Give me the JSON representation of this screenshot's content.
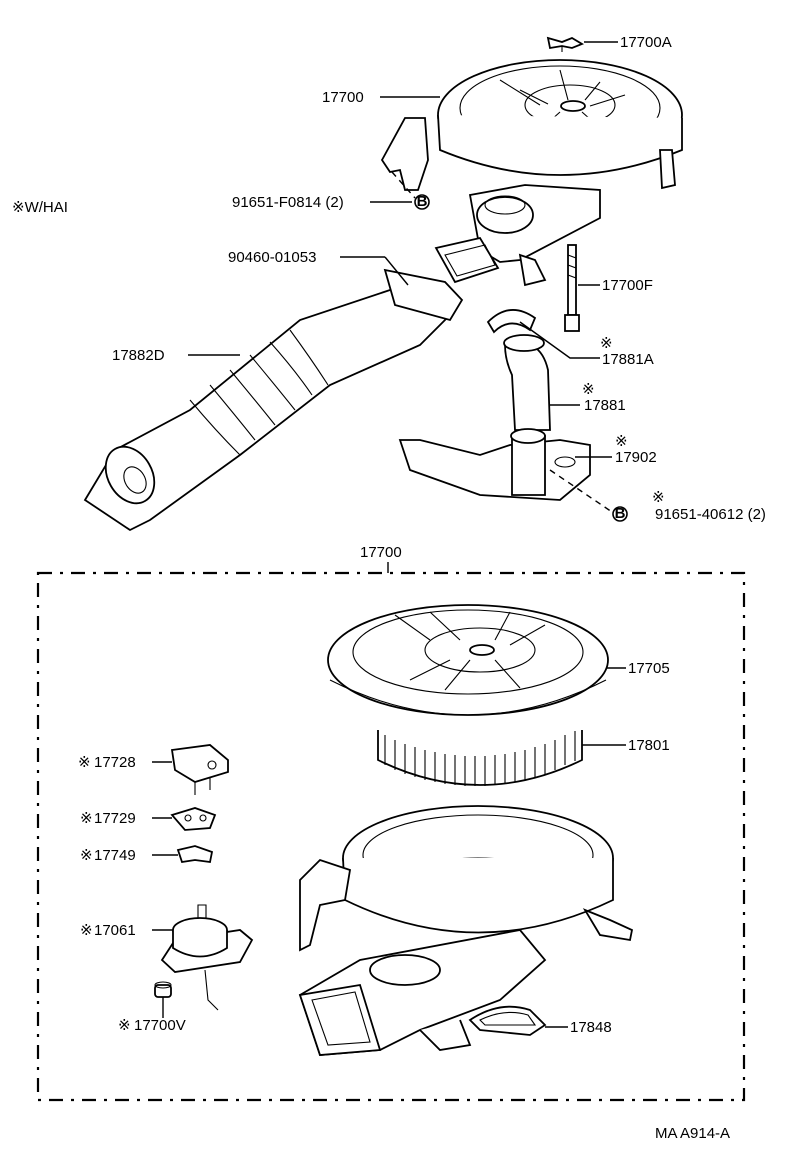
{
  "labels": {
    "hai_note": "※W/HAI",
    "p17700A": "17700A",
    "p17700_top": "17700",
    "p91651F": "91651-F0814 (2)",
    "p90460": "90460-01053",
    "p17700F": "17700F",
    "p17881A": "17881A",
    "p17882D": "17882D",
    "p17881": "17881",
    "p17902": "17902",
    "p91651_40612": "91651-40612 (2)",
    "p17700_box": "17700",
    "p17705": "17705",
    "p17801": "17801",
    "p17728": "17728",
    "p17729": "17729",
    "p17749": "17749",
    "p17061": "17061",
    "p17700V": "17700V",
    "p17848": "17848",
    "footer": "MA A914-A",
    "asterisk": "※",
    "b_marker": "B"
  }
}
